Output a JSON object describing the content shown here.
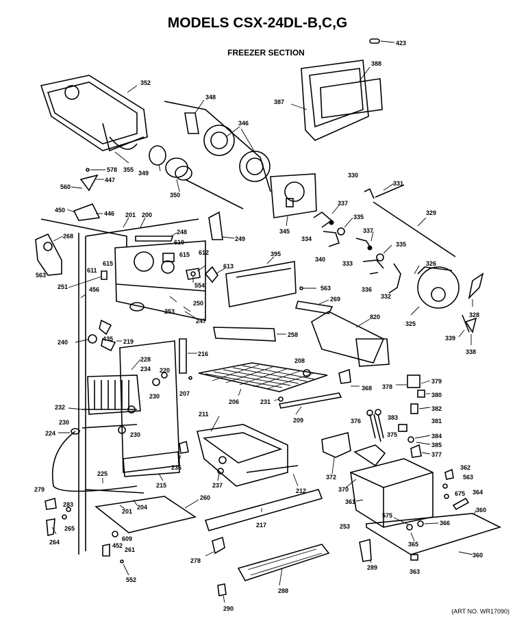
{
  "title": "MODELS CSX-24DL-B,C,G",
  "section": "FREEZER SECTION",
  "art_number": "(ART NO. WR17090)",
  "callouts": {
    "c423": "423",
    "c388": "388",
    "c387": "387",
    "c352": "352",
    "c348": "348",
    "c346": "346",
    "c355": "355",
    "c349": "349",
    "c578": "578",
    "c447": "447",
    "c560": "560",
    "c350": "350",
    "c330": "330",
    "c331": "331",
    "c450": "450",
    "c446": "446",
    "c201a": "201",
    "c200": "200",
    "c248": "248",
    "c249": "249",
    "c337a": "337",
    "c335a": "335",
    "c329": "329",
    "c268": "268",
    "c610": "610",
    "c615a": "615",
    "c612": "612",
    "c615b": "615",
    "c613": "613",
    "c611": "611",
    "c345": "345",
    "c334": "334",
    "c340": "340",
    "c337b": "337",
    "c335b": "335",
    "c333": "333",
    "c326": "326",
    "c563a": "563",
    "c251": "251",
    "c554": "554",
    "c395": "395",
    "c456": "456",
    "c250": "250",
    "c253a": "253",
    "c563b": "563",
    "c269": "269",
    "c336": "336",
    "c332": "332",
    "c325": "325",
    "c328": "328",
    "c247": "247",
    "c820": "820",
    "c240": "240",
    "c435": "435",
    "c219": "219",
    "c258": "258",
    "c339": "339",
    "c338": "338",
    "c228": "228",
    "c216": "216",
    "c234": "234",
    "c220": "220",
    "c208": "208",
    "c230a": "230",
    "c207": "207",
    "c206": "206",
    "c368": "368",
    "c378": "378",
    "c379": "379",
    "c232": "232",
    "c231": "231",
    "c380": "380",
    "c230b": "230",
    "c209": "209",
    "c382": "382",
    "c211": "211",
    "c376": "376",
    "c383": "383",
    "c381": "381",
    "c224": "224",
    "c230c": "230",
    "c375": "375",
    "c384": "384",
    "c385": "385",
    "c236": "236",
    "c377": "377",
    "c225": "225",
    "c237": "237",
    "c372": "372",
    "c362": "362",
    "c563c": "563",
    "c215": "215",
    "c212": "212",
    "c279": "279",
    "c260": "260",
    "c370": "370",
    "c675": "675",
    "c364": "364",
    "c283": "283",
    "c201b": "201",
    "c204": "204",
    "c361": "361",
    "c360a": "360",
    "c265": "265",
    "c575": "575",
    "c366": "366",
    "c217": "217",
    "c253b": "253",
    "c264": "264",
    "c609": "609",
    "c452": "452",
    "c261": "261",
    "c365": "365",
    "c360b": "360",
    "c278": "278",
    "c289": "289",
    "c363": "363",
    "c552": "552",
    "c288": "288",
    "c290": "290"
  }
}
